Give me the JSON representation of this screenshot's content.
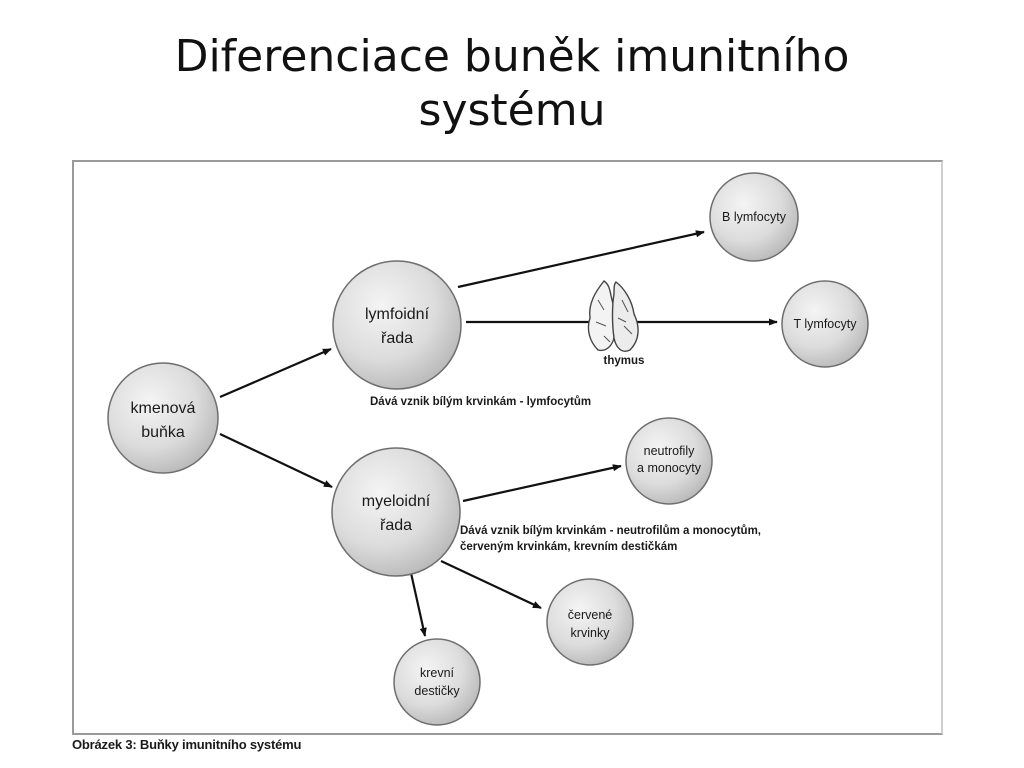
{
  "title": {
    "line1": "Diferenciace buněk imunitního",
    "line2": "systému"
  },
  "diagram": {
    "nodes": {
      "stem_cell": {
        "line1": "kmenová",
        "line2": "buňka"
      },
      "lymphoid": {
        "line1": "lymfoidní",
        "line2": "řada"
      },
      "myeloid": {
        "line1": "myeloidní",
        "line2": "řada"
      },
      "b_lymphocytes": {
        "line1": "B lymfocyty"
      },
      "t_lymphocytes": {
        "line1": "T lymfocyty"
      },
      "neutrophils": {
        "line1": "neutrofily",
        "line2": "a monocyty"
      },
      "red_cells": {
        "line1": "červené",
        "line2": "krvinky"
      },
      "platelets": {
        "line1": "krevní",
        "line2": "destičky"
      }
    },
    "thymus_label": "thymus",
    "lymphoid_caption": "Dává vznik bílým krvinkám - lymfocytům",
    "myeloid_caption_line1": "Dává vznik bílým krvinkám - neutrofilům a monocytům,",
    "myeloid_caption_line2": "červeným krvinkám, krevním destičkám",
    "colors": {
      "node_fill_light": "#f2f2f2",
      "node_fill_dark": "#bdbdbd",
      "node_stroke": "#6e6e6e",
      "arrow": "#111111"
    }
  },
  "figure_caption": "Obrázek 3: Buňky imunitního systému"
}
